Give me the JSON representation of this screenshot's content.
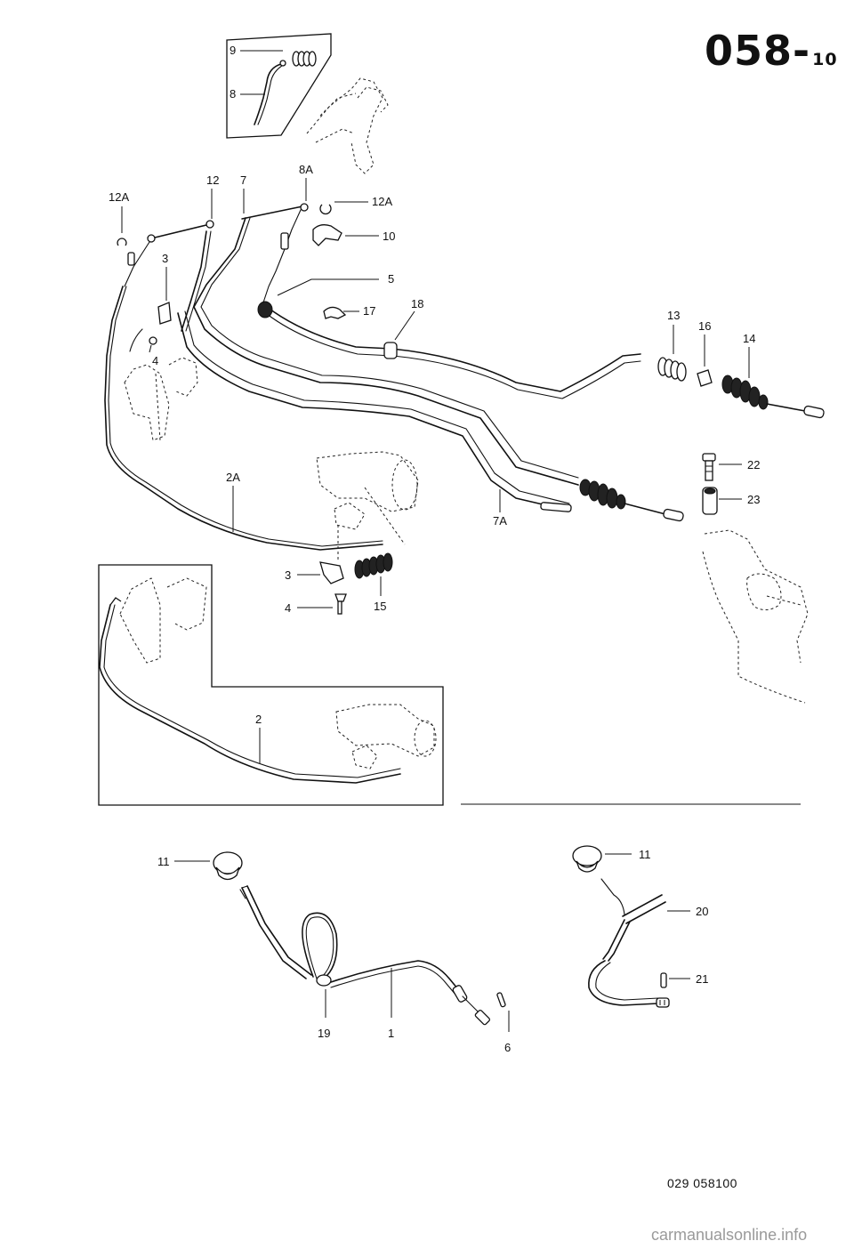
{
  "page_code": {
    "main": "058-",
    "sub": "10"
  },
  "doc_number": "029 058100",
  "watermark": "carmanualsonline.info",
  "callouts": {
    "c9": "9",
    "c8": "8",
    "c12A_left": "12A",
    "c12": "12",
    "c7": "7",
    "c8A": "8A",
    "c12A_right": "12A",
    "c10": "10",
    "c3_top": "3",
    "c4_top": "4",
    "c5": "5",
    "c17": "17",
    "c18": "18",
    "c13": "13",
    "c16": "16",
    "c14": "14",
    "c22": "22",
    "c23": "23",
    "c2A": "2A",
    "c7A": "7A",
    "c3_mid": "3",
    "c4_mid": "4",
    "c15": "15",
    "c2": "2",
    "c11_left": "11",
    "c19": "19",
    "c1": "1",
    "c6": "6",
    "c11_right": "11",
    "c20": "20",
    "c21": "21"
  }
}
